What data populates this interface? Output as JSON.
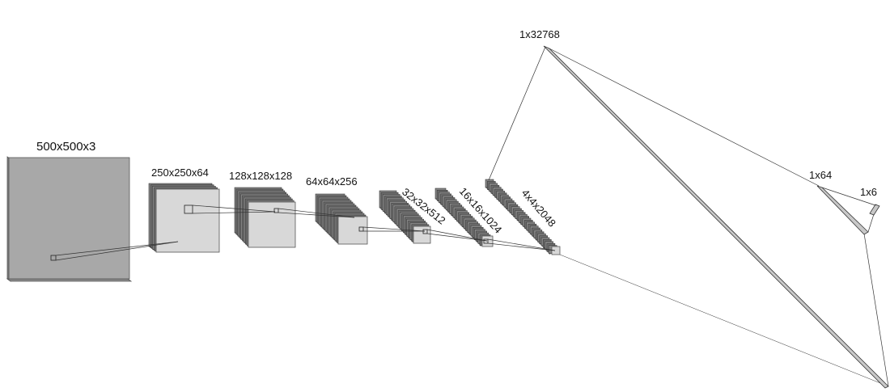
{
  "layers": [
    {
      "id": "input",
      "label": "500x500x3"
    },
    {
      "id": "conv1",
      "label": "250x250x64"
    },
    {
      "id": "conv2",
      "label": "128x128x128"
    },
    {
      "id": "conv3",
      "label": "64x64x256"
    },
    {
      "id": "conv4",
      "label": "32x32x512"
    },
    {
      "id": "conv5",
      "label": "16x16x1024"
    },
    {
      "id": "conv6",
      "label": "4x4x2048"
    },
    {
      "id": "flatten",
      "label": "1x32768"
    },
    {
      "id": "dense",
      "label": "1x64"
    },
    {
      "id": "output",
      "label": "1x6"
    }
  ],
  "colors": {
    "input_face": "#a8a8a8",
    "input_side": "#7e7e7e",
    "light_face": "#d8d8d8",
    "dark_face": "#6e6e6e",
    "slice_side": "#4e4e4e",
    "line": "#333333"
  }
}
